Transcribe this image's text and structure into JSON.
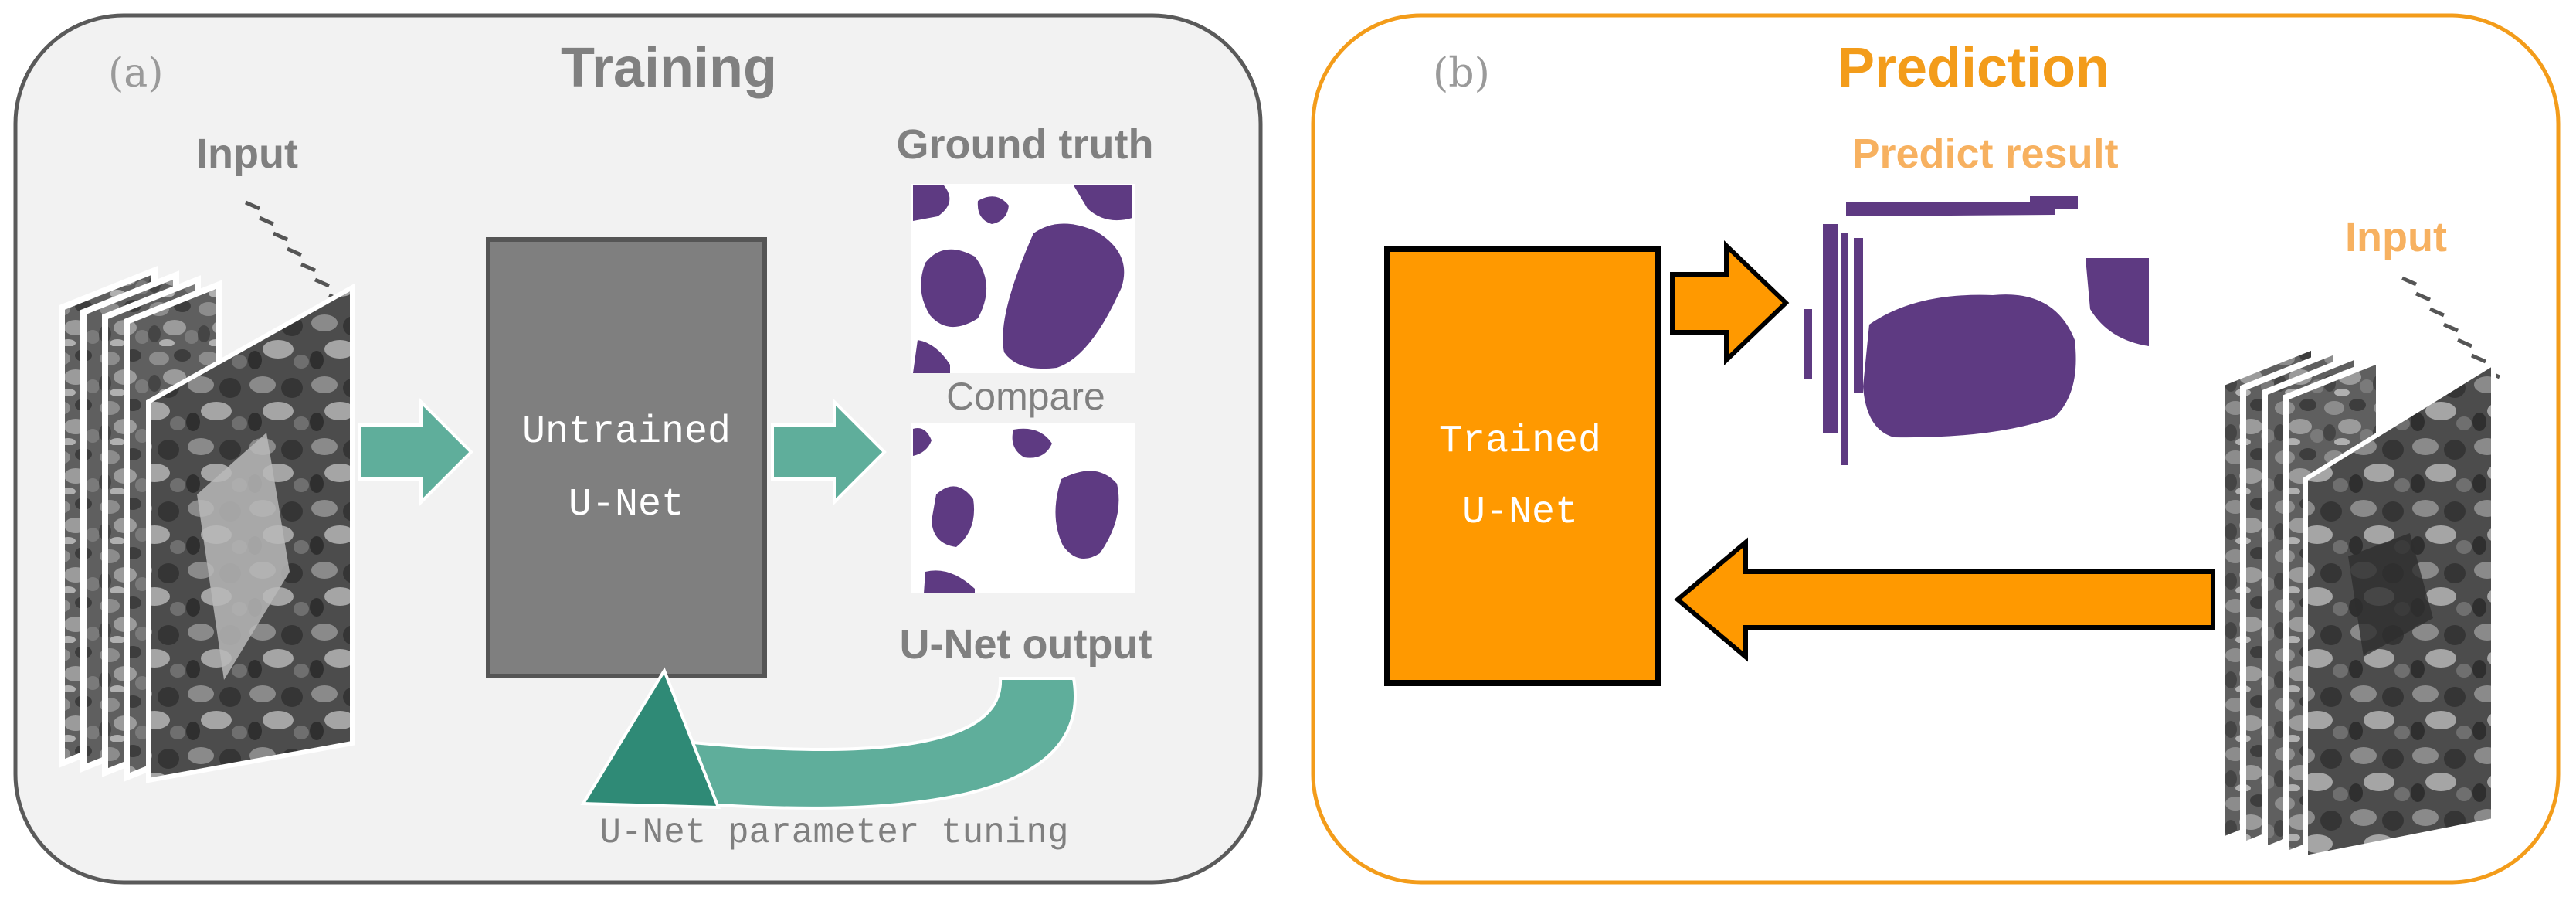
{
  "training": {
    "panel_label": "(a)",
    "title": "Training",
    "input_label": "Input",
    "network_label_line1": "Untrained",
    "network_label_line2": "U-Net",
    "ground_truth_label": "Ground truth",
    "compare_label": "Compare",
    "output_label": "U-Net output",
    "tuning_label": "U-Net parameter tuning"
  },
  "prediction": {
    "panel_label": "(b)",
    "title": "Prediction",
    "result_label": "Predict result",
    "input_label": "Input",
    "network_label_line1": "Trained",
    "network_label_line2": "U-Net"
  },
  "colors": {
    "training_border": "#5a5a5a",
    "training_bg": "#f2f2f2",
    "training_title": "#808080",
    "teal_arrow": "#5fae9b",
    "teal_dark": "#2f8a76",
    "untrained_box": "#7f7f7f",
    "prediction_border": "#f39c1a",
    "prediction_title": "#f39c1a",
    "trained_box": "#ff9900",
    "mask_purple": "#5e3a82",
    "photo_gray": "#6d6d6d"
  }
}
